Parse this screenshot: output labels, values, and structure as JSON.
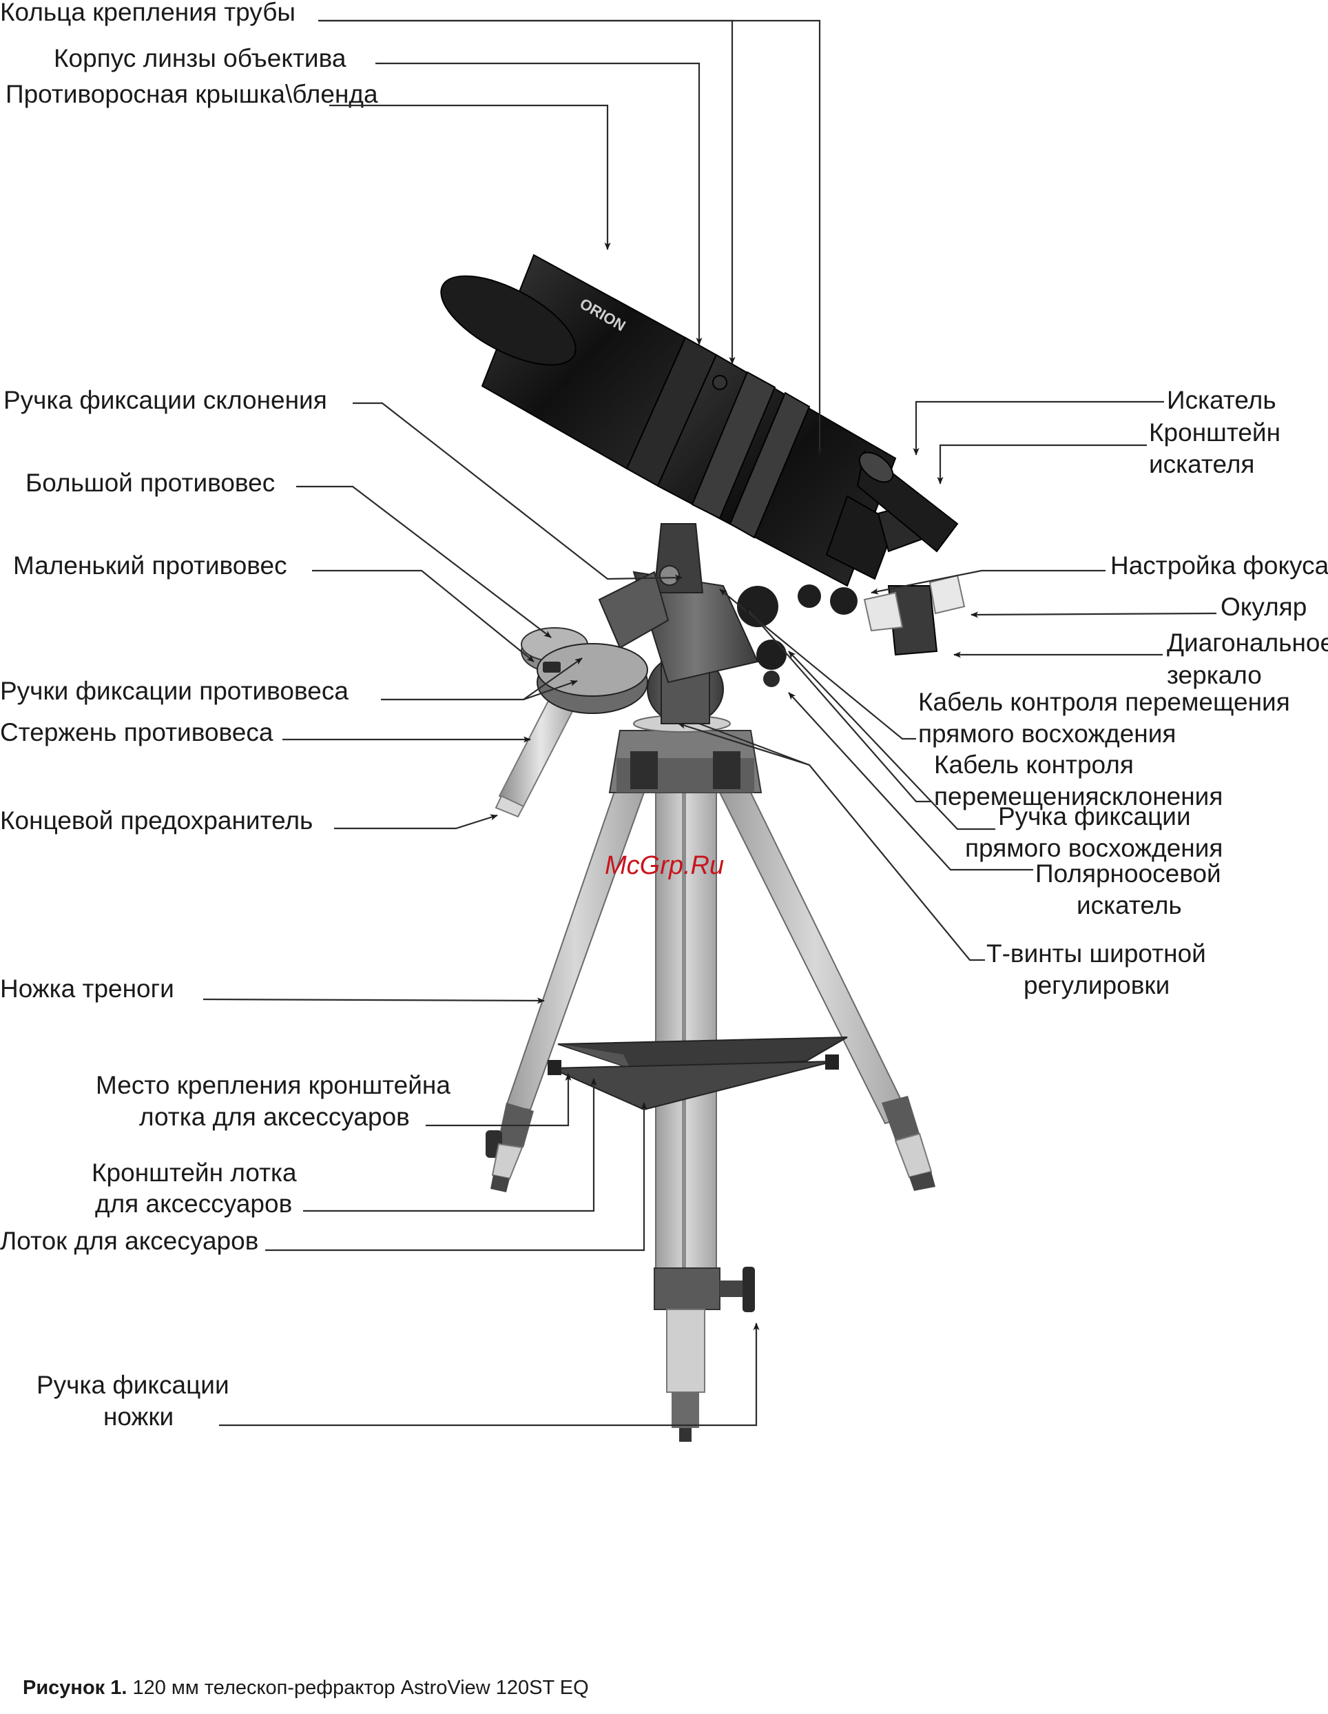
{
  "labels": {
    "l1": "Кольца крепления трубы",
    "l2": "Корпус линзы объектива",
    "l3": "Противоросная крышка\\бленда",
    "l4": "Ручка фиксации склонения",
    "l5": "Большой противовес",
    "l6": "Маленький противовес",
    "l7": "Ручки фиксации противовеса",
    "l8": "Стержень противовеса",
    "l9": "Концевой предохранитель",
    "l10": "Ножка треноги",
    "l11a": "Место крепления кронштейна",
    "l11b": "лотка для аксессуаров",
    "l12a": "Кронштейн лотка",
    "l12b": "для аксессуаров",
    "l13": "Лоток для аксесуаров",
    "l14a": "Ручка фиксации",
    "l14b": "ножки",
    "r1": "Искатель",
    "r2a": "Кронштейн",
    "r2b": "искателя",
    "r3": "Настройка фокуса",
    "r4": "Окуляр",
    "r5a": "Диагональное",
    "r5b": "зеркало",
    "r6a": "Кабель контроля перемещения",
    "r6b": "прямого восхождения",
    "r7a": "Кабель контроля",
    "r7b": "перемещениясклонения",
    "r8a": "Ручка фиксации",
    "r8b": "прямого восхождения",
    "r9a": "Полярноосевой",
    "r9b": "искатель",
    "r10a": "Т-винты широтной",
    "r10b": "регулировки"
  },
  "logo_text": "ORION",
  "watermark": "McGrp.Ru",
  "caption": {
    "bold": "Рисунок 1.",
    "text": " 120 мм телескоп-рефрактор AstroView 120ST EQ"
  }
}
